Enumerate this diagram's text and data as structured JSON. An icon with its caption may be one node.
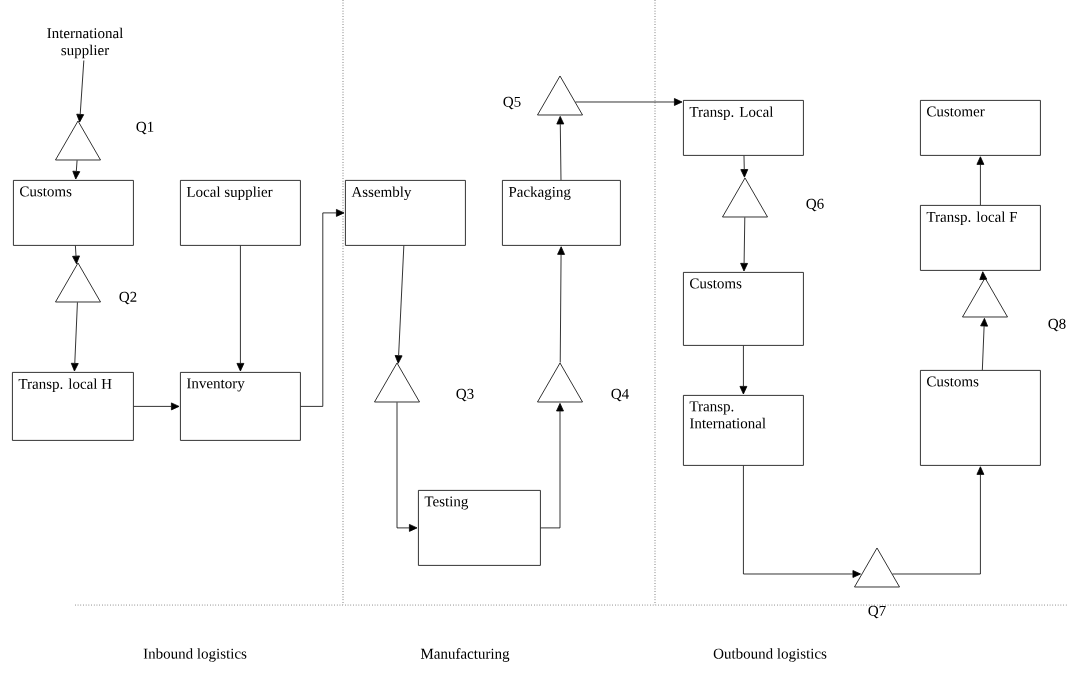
{
  "diagram": {
    "nodes": [
      {
        "text": [
          "International supplier"
        ]
      },
      {
        "text": [],
        "shape": "triangle",
        "beside": [
          "Q1"
        ]
      },
      {
        "text": [
          "Customs"
        ]
      },
      {
        "text": [],
        "shape": "triangle",
        "beside": [
          "Q2"
        ]
      },
      {
        "text": [
          "Transp. local  H"
        ]
      },
      {
        "text": [
          "Local supplier"
        ]
      },
      {
        "text": [
          "Inventory"
        ]
      },
      {
        "text": [
          "Assembly"
        ]
      },
      {
        "text": [],
        "shape": "triangle",
        "beside": [
          "Q3"
        ]
      },
      {
        "text": [
          "Testing"
        ]
      },
      {
        "text": [],
        "shape": "triangle",
        "beside": [
          "Q4"
        ]
      },
      {
        "text": [
          "Packaging"
        ]
      },
      {
        "text": [],
        "shape": "triangle",
        "beside": [
          "Q5"
        ]
      },
      {
        "text": [
          "Transp. Local"
        ]
      },
      {
        "text": [],
        "shape": "triangle",
        "beside": [
          "Q6"
        ]
      },
      {
        "text": [
          "Customs"
        ]
      },
      {
        "text": [
          "Transp. International"
        ]
      },
      {
        "text": [],
        "shape": "triangle",
        "beside": [
          "Q7"
        ]
      },
      {
        "text": [
          "Customs"
        ]
      },
      {
        "text": [],
        "shape": "triangle",
        "beside": [
          "Q8"
        ]
      },
      {
        "text": [
          "Transp. local  F"
        ]
      },
      {
        "text": [
          "Customer"
        ]
      }
    ],
    "edges": [
      {
        "from": 0,
        "to": 1,
        "arrow": "to"
      },
      {
        "from": 1,
        "to": 2,
        "arrow": "to"
      },
      {
        "from": 2,
        "to": 3,
        "arrow": "to"
      },
      {
        "from": 3,
        "to": 4,
        "arrow": "to"
      },
      {
        "from": 4,
        "to": 6,
        "arrow": "to"
      },
      {
        "from": 5,
        "to": 6,
        "arrow": "to"
      },
      {
        "from": 6,
        "to": 7,
        "arrow": "to"
      },
      {
        "from": 7,
        "to": 8,
        "arrow": "to"
      },
      {
        "from": 8,
        "to": 9,
        "arrow": "to"
      },
      {
        "from": 9,
        "to": 10,
        "arrow": "to"
      },
      {
        "from": 10,
        "to": 11,
        "arrow": "to"
      },
      {
        "from": 11,
        "to": 12,
        "arrow": "to"
      },
      {
        "from": 12,
        "to": 13,
        "arrow": "to"
      },
      {
        "from": 13,
        "to": 14,
        "arrow": "to"
      },
      {
        "from": 14,
        "to": 15,
        "arrow": "to"
      },
      {
        "from": 15,
        "to": 16,
        "arrow": "to"
      },
      {
        "from": 16,
        "to": 17,
        "arrow": "to"
      },
      {
        "from": 17,
        "to": 18,
        "arrow": "to"
      },
      {
        "from": 18,
        "to": 19,
        "arrow": "to"
      },
      {
        "from": 19,
        "to": 20,
        "arrow": "to"
      },
      {
        "from": 20,
        "to": 21,
        "arrow": "to"
      }
    ],
    "labels": [
      "Inbound logistics",
      "Manufacturing",
      "Outbound logistics"
    ]
  }
}
